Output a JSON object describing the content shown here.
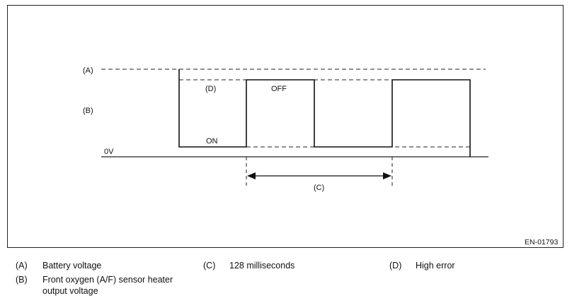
{
  "diagram": {
    "label_a": "(A)",
    "label_b": "(B)",
    "label_c": "(C)",
    "label_d": "(D)",
    "label_0v": "0V",
    "label_on": "ON",
    "label_off": "OFF",
    "figure_code": "EN-01793"
  },
  "legend": {
    "a_key": "(A)",
    "a_text": "Battery voltage",
    "b_key": "(B)",
    "b_text": "Front oxygen (A/F) sensor heater\noutput voltage",
    "c_key": "(C)",
    "c_text": "128 milliseconds",
    "d_key": "(D)",
    "d_text": "High error"
  },
  "colors": {
    "line": "#222222",
    "background": "#ffffff"
  }
}
